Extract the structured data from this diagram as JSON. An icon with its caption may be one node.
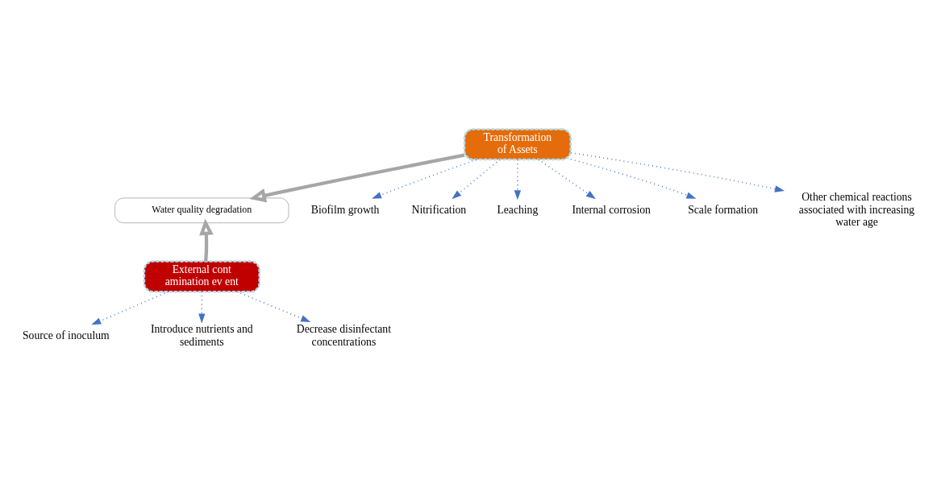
{
  "diagram": {
    "nodes": [
      {
        "text": [
          "Transformation of Assets"
        ]
      },
      {
        "text": [
          "Water quality degradation"
        ]
      },
      {
        "text": [
          "External cont amination ev ent"
        ]
      },
      {
        "text": [
          "Biofilm growth"
        ]
      },
      {
        "text": [
          "Nitrification"
        ]
      },
      {
        "text": [
          "Leaching"
        ]
      },
      {
        "text": [
          "Internal corrosion"
        ]
      },
      {
        "text": [
          "Scale formation"
        ]
      },
      {
        "text": [
          "Other chemical reactions associated with increasing water age"
        ]
      },
      {
        "text": [
          "Source of inoculum"
        ]
      },
      {
        "text": [
          "Introduce nutrients and sediments"
        ]
      },
      {
        "text": [
          "Decrease disinfectant concentrations"
        ]
      }
    ],
    "edges": [
      {
        "from": 0,
        "to": 1,
        "arrow": "to",
        "style": "thick",
        "color": "#a6a6a6"
      },
      {
        "from": 2,
        "to": 1,
        "arrow": "to",
        "style": "thick",
        "color": "#a6a6a6"
      },
      {
        "from": 0,
        "to": 3,
        "arrow": "to",
        "style": "dashed"
      },
      {
        "from": 0,
        "to": 4,
        "arrow": "to",
        "style": "dashed"
      },
      {
        "from": 0,
        "to": 5,
        "arrow": "to",
        "style": "dashed"
      },
      {
        "from": 0,
        "to": 6,
        "arrow": "to",
        "style": "dashed"
      },
      {
        "from": 0,
        "to": 7,
        "arrow": "to",
        "style": "dashed"
      },
      {
        "from": 0,
        "to": 8,
        "arrow": "to",
        "style": "dashed"
      },
      {
        "from": 2,
        "to": 9,
        "arrow": "to",
        "style": "dashed"
      },
      {
        "from": 2,
        "to": 10,
        "arrow": "to",
        "style": "dashed"
      },
      {
        "from": 2,
        "to": 11,
        "arrow": "to",
        "style": "dashed"
      }
    ]
  }
}
